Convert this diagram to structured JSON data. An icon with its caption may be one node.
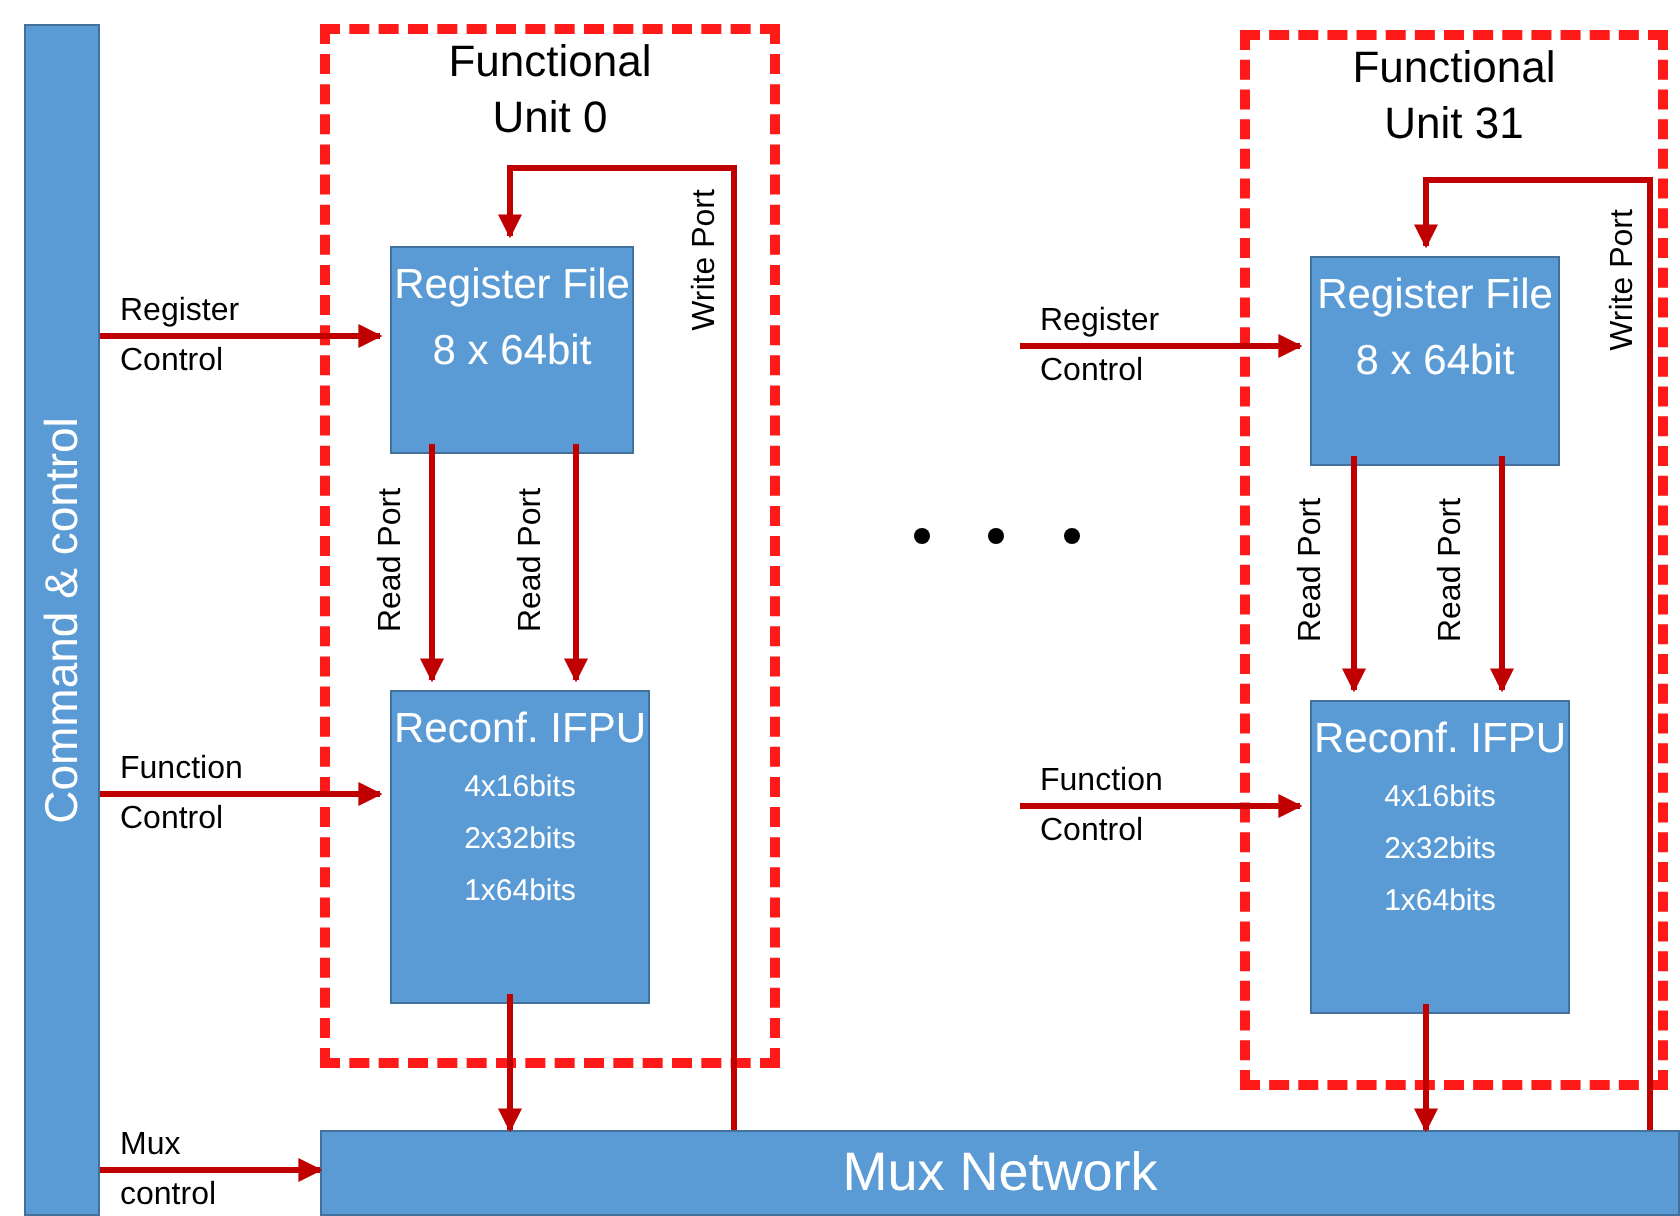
{
  "diagram": {
    "nodes": [
      {
        "text": [
          "Command & control"
        ]
      },
      {
        "text": [
          "Functional Unit 0"
        ]
      },
      {
        "text": [
          "Register File 8 x 64bit"
        ],
        "in": 1
      },
      {
        "text": [
          "Reconf. IFPU",
          "4x16bits 2x32bits 1x64bits"
        ],
        "in": 1
      },
      {
        "text": [
          "Functional Unit 31"
        ]
      },
      {
        "text": [
          "Register File 8 x 64bit"
        ],
        "in": 4
      },
      {
        "text": [
          "Reconf. IFPU",
          "4x16bits 2x32bits 1x64bits"
        ],
        "in": 4
      },
      {
        "text": [
          "Mux Network"
        ]
      }
    ],
    "edges": [
      {
        "from": 0,
        "to": 2,
        "arrow": "to",
        "label": "Register Control"
      },
      {
        "from": 0,
        "to": 3,
        "arrow": "to",
        "label": "Function Control"
      },
      {
        "from": 0,
        "to": 7,
        "arrow": "to",
        "label": "Mux control"
      },
      {
        "from": 2,
        "to": 3,
        "arrow": "to",
        "label": "Read Port"
      },
      {
        "from": 2,
        "to": 3,
        "arrow": "to",
        "label": "Read Port"
      },
      {
        "from": 3,
        "to": 7,
        "arrow": "to"
      },
      {
        "from": 7,
        "to": 2,
        "arrow": "to",
        "label": "Write Port"
      },
      {
        "from": null,
        "to": 5,
        "arrow": "to",
        "label": "Register Control"
      },
      {
        "from": null,
        "to": 6,
        "arrow": "to",
        "label": "Function Control"
      },
      {
        "from": 5,
        "to": 6,
        "arrow": "to",
        "label": "Read Port"
      },
      {
        "from": 5,
        "to": 6,
        "arrow": "to",
        "label": "Read Port"
      },
      {
        "from": 6,
        "to": 7,
        "arrow": "to"
      },
      {
        "from": 7,
        "to": 5,
        "arrow": "to",
        "label": "Write Port"
      }
    ]
  }
}
